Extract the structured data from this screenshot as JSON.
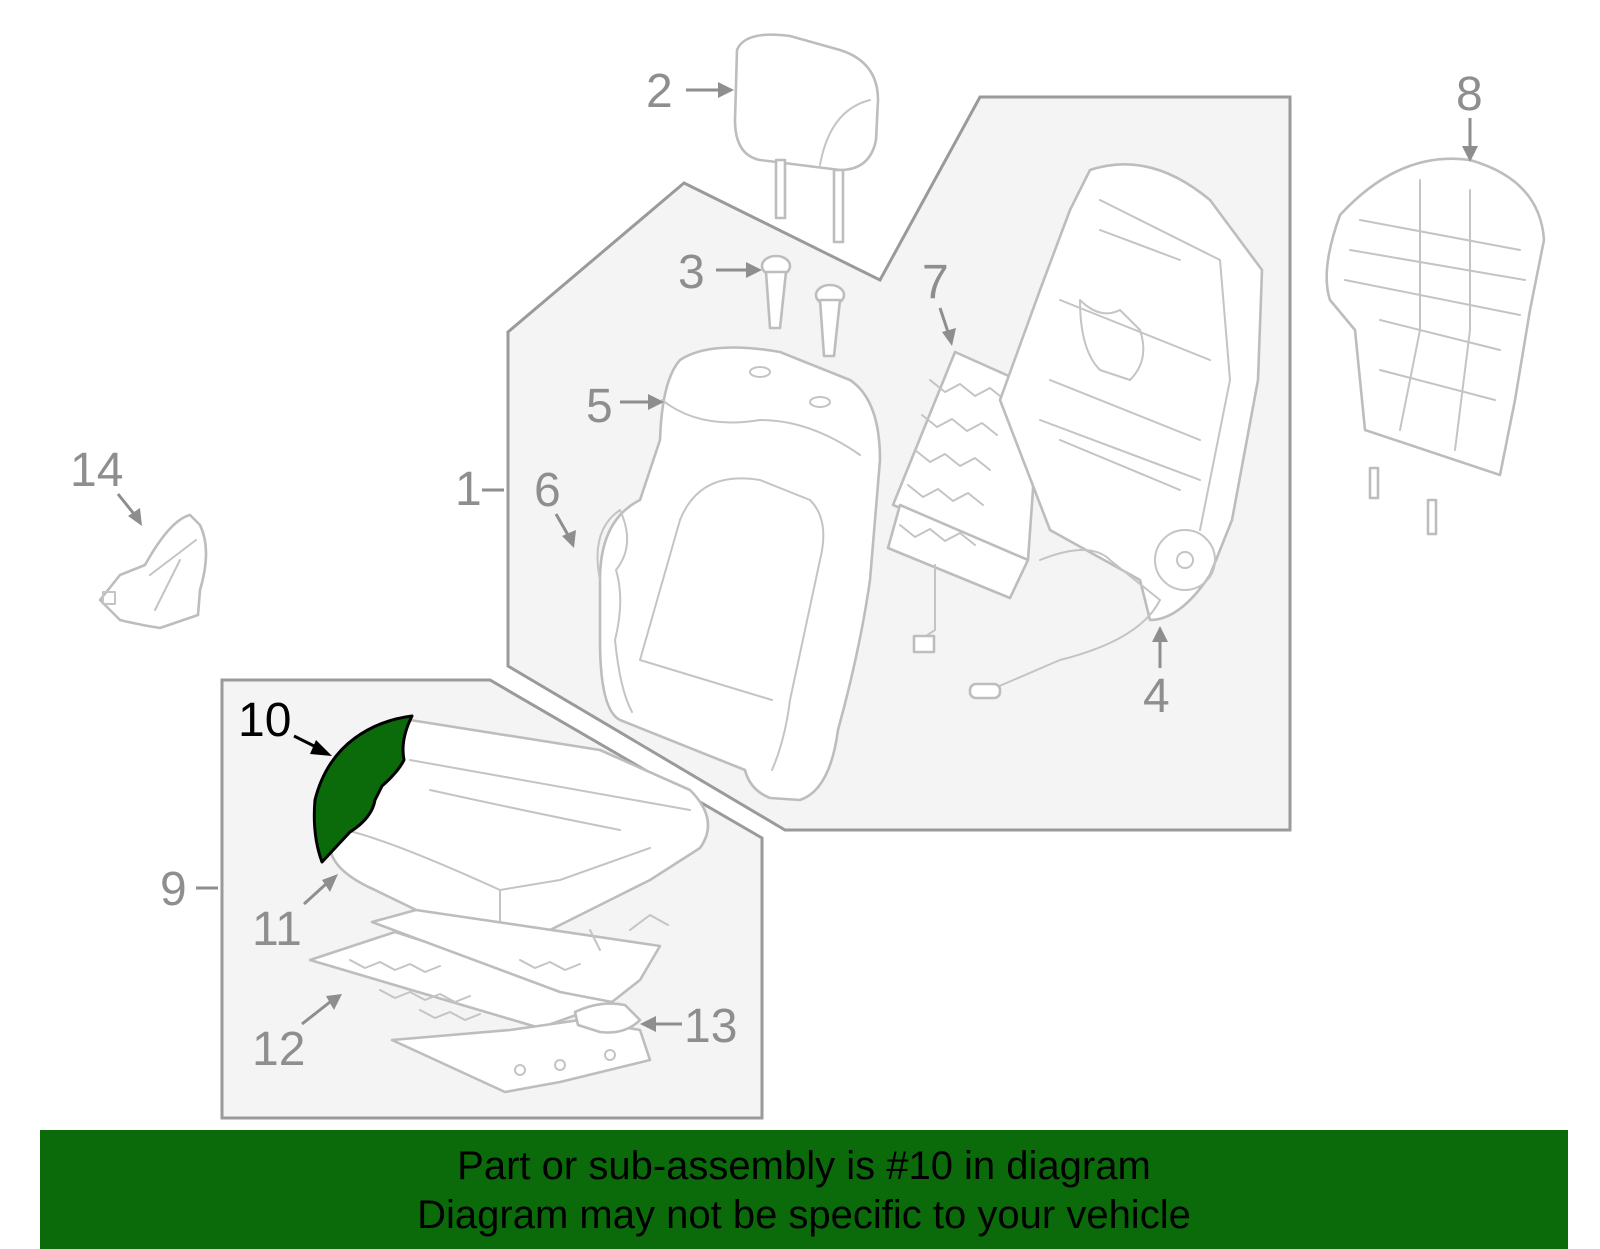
{
  "colors": {
    "highlight": "#0b6b0b",
    "banner": "#0b6b0b",
    "outline": "#bdbdbd",
    "callout": "#8e8e8e",
    "group_box": "#f4f4f4"
  },
  "callouts": {
    "c1": "1",
    "c2": "2",
    "c3": "3",
    "c4": "4",
    "c5": "5",
    "c6": "6",
    "c7": "7",
    "c8": "8",
    "c9": "9",
    "c10": "10",
    "c11": "11",
    "c12": "12",
    "c13": "13",
    "c14": "14"
  },
  "highlighted_part": "10",
  "banner": {
    "line1": "Part or sub-assembly is #10 in diagram",
    "line2": "Diagram may not be specific to your vehicle"
  }
}
